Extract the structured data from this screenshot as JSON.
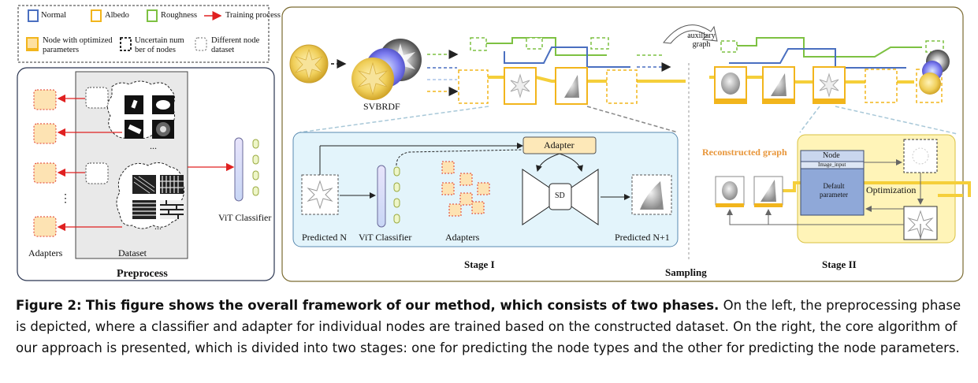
{
  "legend": {
    "normal": "Normal",
    "albedo": "Albedo",
    "roughness": "Roughness",
    "training": "Training process",
    "optimized": "Node with optimized parameters",
    "uncertain": "Uncertain num ber of nodes",
    "different": "Different node dataset"
  },
  "preprocess": {
    "title": "Preprocess",
    "adapters": "Adapters",
    "dataset": "Dataset",
    "vit": "ViT Classifier",
    "dots": "...",
    "dots2": "..."
  },
  "sampling": {
    "title": "Sampling",
    "svbrdf": "SVBRDF",
    "auxiliary": "auxiliary graph",
    "stage1": {
      "title": "Stage I",
      "predicted_n": "Predicted N",
      "vit": "ViT Classifier",
      "adapters": "Adapters",
      "adapter_box": "Adapter",
      "sd": "SD",
      "predicted_n1": "Predicted N+1"
    },
    "stage2": {
      "title": "Stage II",
      "reconstructed": "Reconstructed graph",
      "node": "Node",
      "image_input": "Image_input",
      "default_param": "Default parameter",
      "optimization": "Optimization"
    }
  },
  "colors": {
    "normal": "#4a6fc0",
    "albedo": "#f2b51c",
    "roughness": "#7dc142",
    "training": "#e02020",
    "dataset_bg": "#e9e9e9",
    "stage1_bg": "#e3f4fb",
    "stage2_bg": "#fff4b8"
  },
  "caption": {
    "figure_label": "Figure 2:",
    "bold": "This figure shows the overall framework of our method, which consists of two phases.",
    "text": "On the left, the preprocessing phase is depicted, where a classifier and adapter for individual nodes are trained based on the constructed dataset. On the right, the core algorithm of our approach is presented, which is divided into two stages: one for predicting the node types and the other for predicting the node parameters."
  }
}
